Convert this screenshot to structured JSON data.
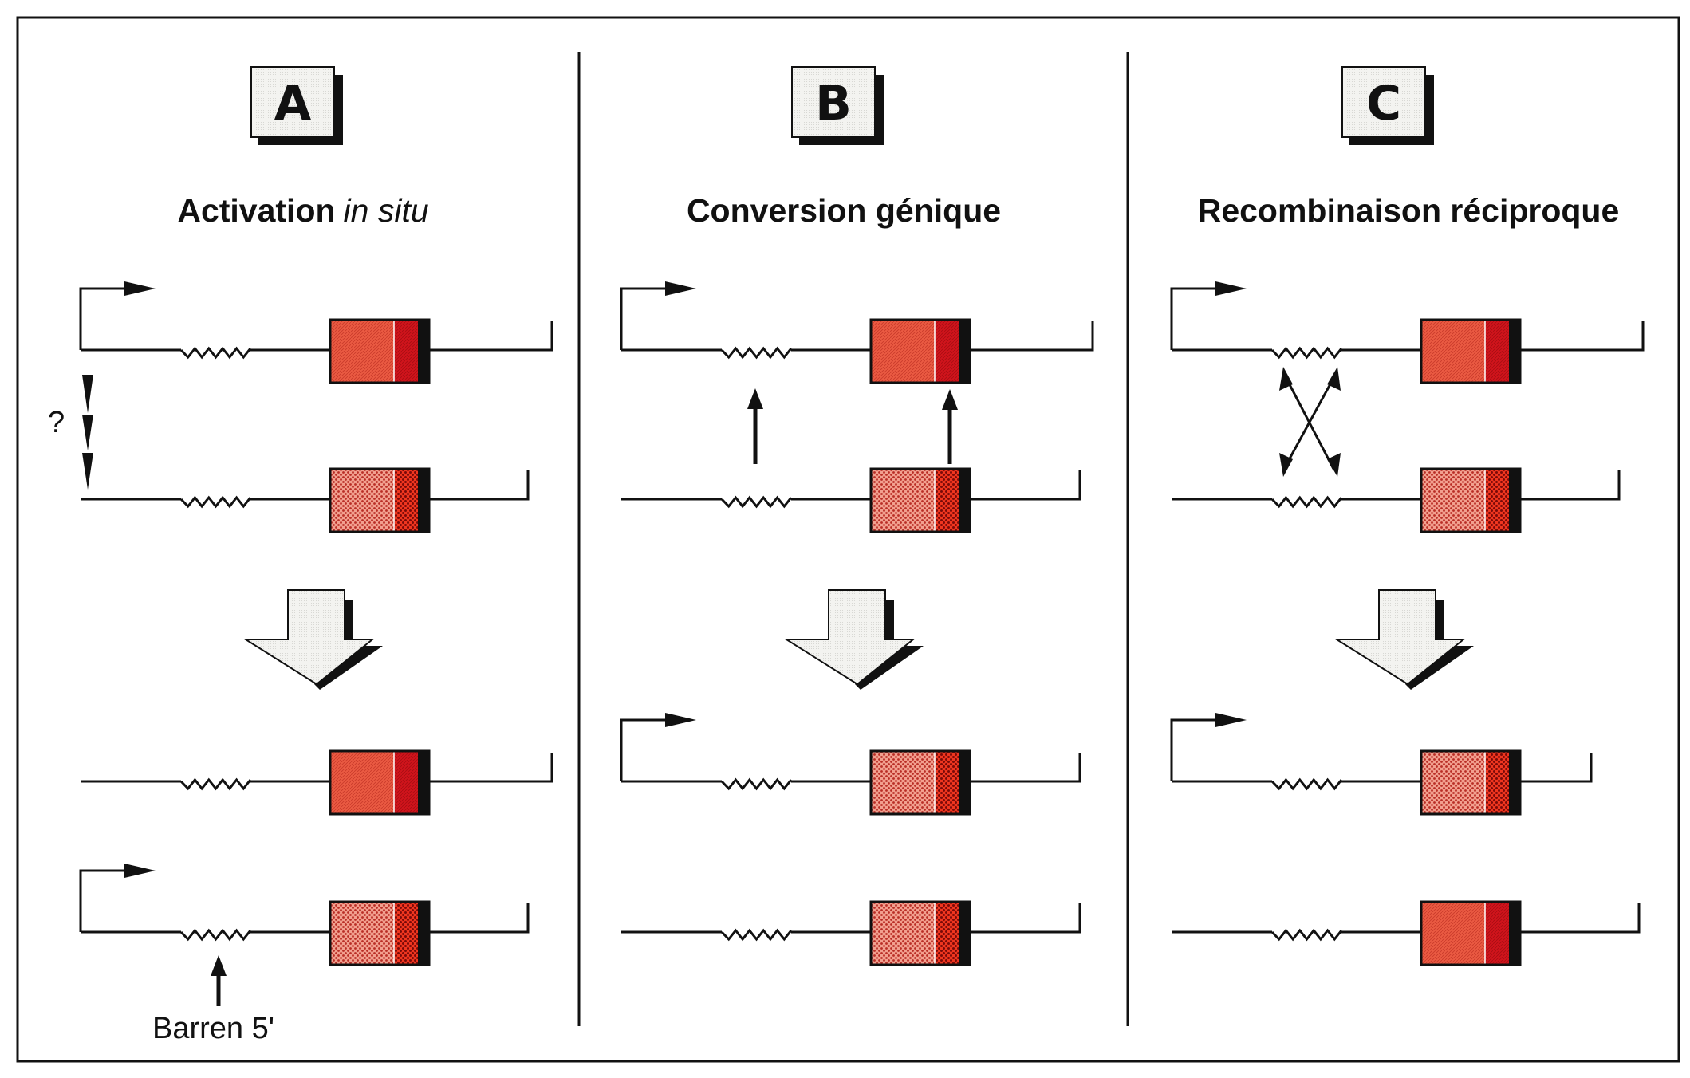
{
  "figure": {
    "colors": {
      "exon_active": "#e8503a",
      "exon_active_dark": "#c8141a",
      "exon_inactive": "#e86a58",
      "exon_inactive_dark": "#d41f1f",
      "letter_box": "#efefec",
      "big_arrow": "#f1f1ee",
      "ink": "#111111"
    },
    "panels": [
      {
        "letter": "A",
        "title": "Activation",
        "title_italic": "in situ",
        "transition": "down-arrow",
        "before": [
          {
            "promoter_active": true,
            "gene": "active"
          },
          {
            "promoter_active": false,
            "gene": "silent"
          }
        ],
        "after": [
          {
            "promoter_active": false,
            "gene": "active"
          },
          {
            "promoter_active": true,
            "gene": "silent"
          }
        ],
        "annotations": {
          "question_mark": "?",
          "barren_label": "Barren 5'"
        }
      },
      {
        "letter": "B",
        "title": "Conversion génique",
        "title_italic": "",
        "transition": "down-arrow",
        "before": [
          {
            "promoter_active": true,
            "gene": "active"
          },
          {
            "promoter_active": false,
            "gene": "silent"
          }
        ],
        "after": [
          {
            "promoter_active": true,
            "gene": "silent"
          },
          {
            "promoter_active": false,
            "gene": "silent"
          }
        ]
      },
      {
        "letter": "C",
        "title": "Recombinaison réciproque",
        "title_italic": "",
        "transition": "down-arrow",
        "before": [
          {
            "promoter_active": true,
            "gene": "active"
          },
          {
            "promoter_active": false,
            "gene": "silent"
          }
        ],
        "after": [
          {
            "promoter_active": true,
            "gene": "silent"
          },
          {
            "promoter_active": false,
            "gene": "active"
          }
        ]
      }
    ]
  }
}
